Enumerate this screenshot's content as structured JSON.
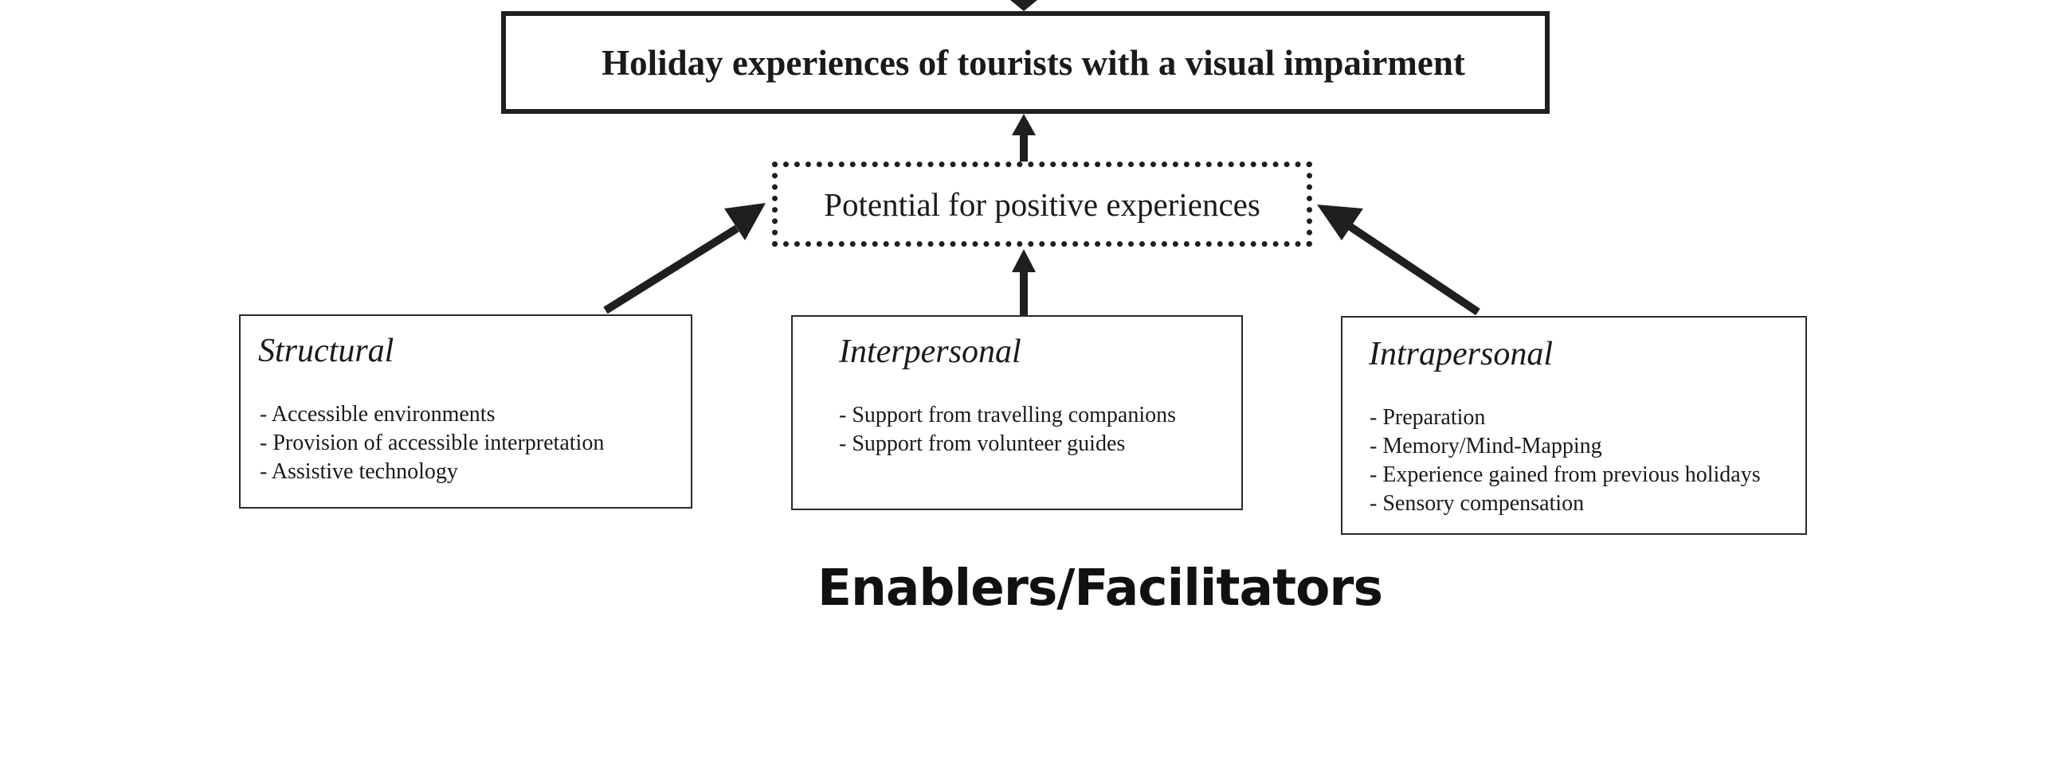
{
  "diagram": {
    "main_box": {
      "title": "Holiday experiences of tourists with a visual impairment"
    },
    "potential_box": {
      "label": "Potential for positive experiences"
    },
    "factors": [
      {
        "title": "Structural",
        "items": [
          "- Accessible environments",
          "- Provision of accessible interpretation",
          "- Assistive technology"
        ]
      },
      {
        "title": "Interpersonal",
        "items": [
          "- Support from travelling companions",
          "- Support from volunteer guides"
        ]
      },
      {
        "title": "Intrapersonal",
        "items": [
          "- Preparation",
          "- Memory/Mind-Mapping",
          "- Experience gained from previous holidays",
          "- Sensory compensation"
        ]
      }
    ],
    "footer_label": "Enablers/Facilitators"
  },
  "colors": {
    "stroke": "#1f1f1f",
    "text": "#1a1a1a",
    "background": "#ffffff"
  }
}
